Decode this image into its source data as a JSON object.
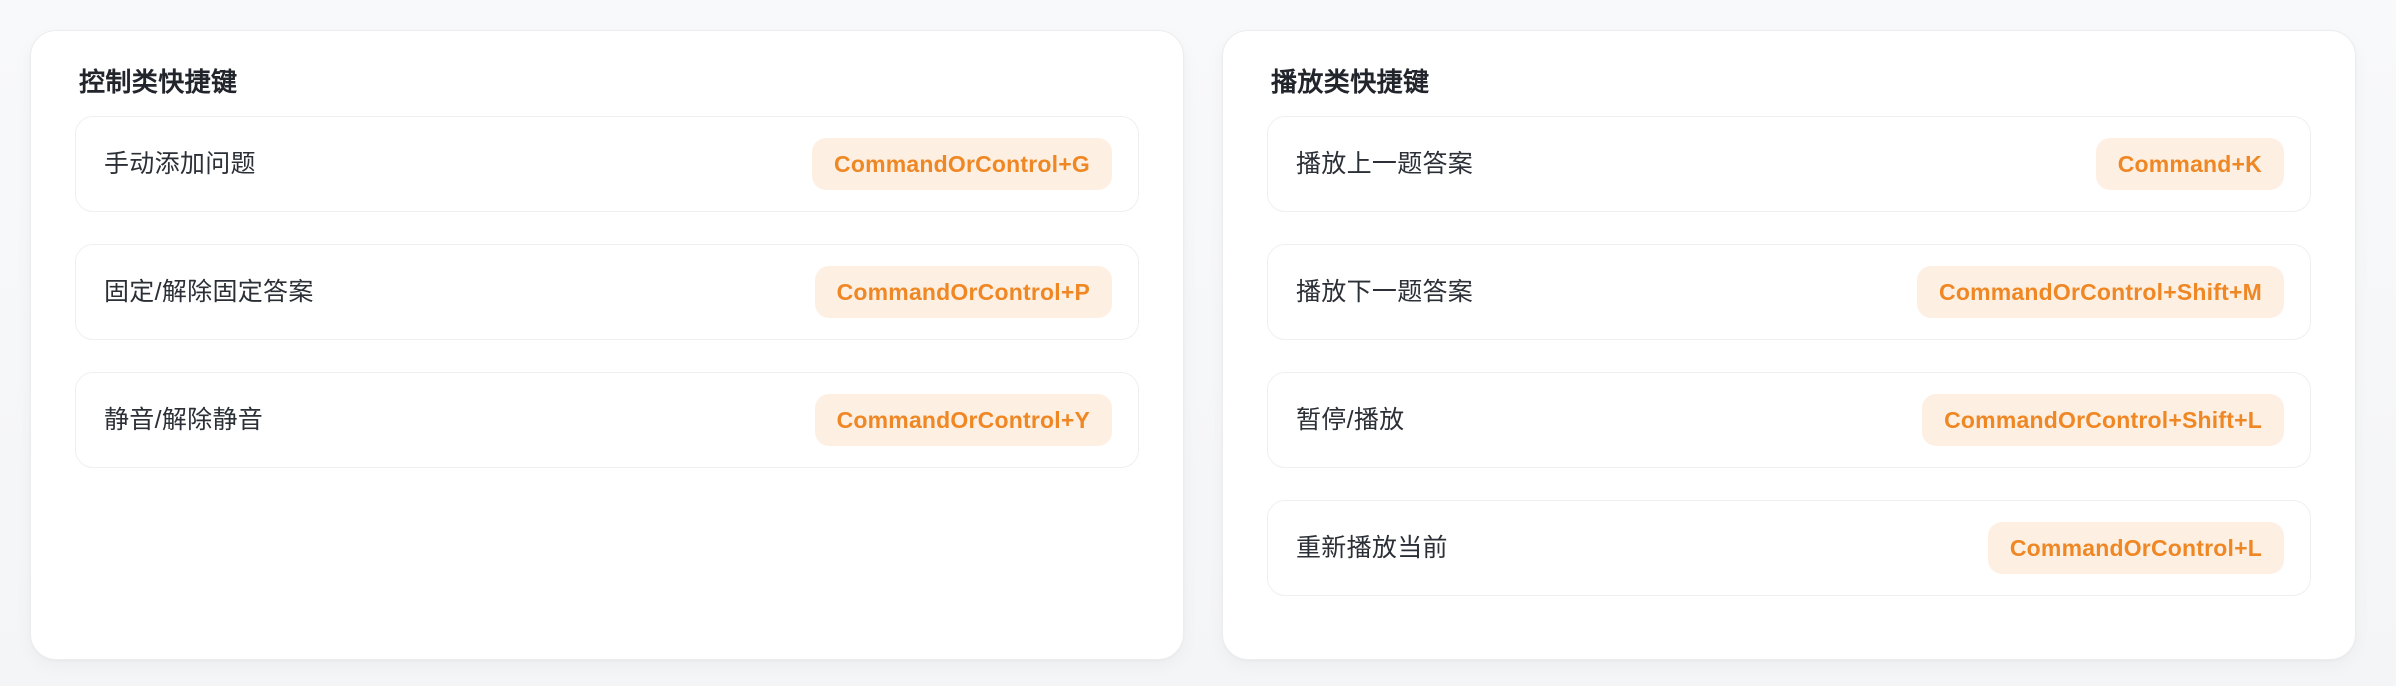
{
  "theme": {
    "page_background": "#f6f7f8",
    "panel_background": "#ffffff",
    "panel_border": "#ededf0",
    "row_border": "#eeeff1",
    "badge_background": "#fdf0e3",
    "badge_text": "#ef8724",
    "label_text": "#2b2f36",
    "title_text": "#22262c"
  },
  "panels": [
    {
      "id": "control-shortcuts",
      "title": "控制类快捷键",
      "rows": [
        {
          "label": "手动添加问题",
          "shortcut": "CommandOrControl+G"
        },
        {
          "label": "固定/解除固定答案",
          "shortcut": "CommandOrControl+P"
        },
        {
          "label": "静音/解除静音",
          "shortcut": "CommandOrControl+Y"
        }
      ]
    },
    {
      "id": "playback-shortcuts",
      "title": "播放类快捷键",
      "rows": [
        {
          "label": "播放上一题答案",
          "shortcut": "Command+K"
        },
        {
          "label": "播放下一题答案",
          "shortcut": "CommandOrControl+Shift+M"
        },
        {
          "label": "暂停/播放",
          "shortcut": "CommandOrControl+Shift+L"
        },
        {
          "label": "重新播放当前",
          "shortcut": "CommandOrControl+L"
        }
      ]
    }
  ]
}
